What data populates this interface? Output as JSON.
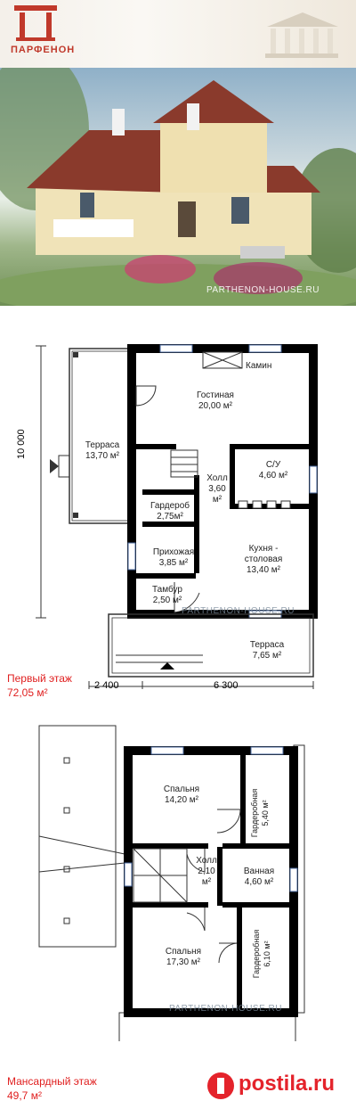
{
  "brand": {
    "name": "ПАРФЕНОН",
    "watermark": "PARTHENON-HOUSE.RU",
    "accent": "#c0392b"
  },
  "first_floor": {
    "title": "Первый этаж",
    "area": "72,05 м²",
    "dim_vertical": "10 000",
    "dim_left": "2 400",
    "dim_right": "6 300",
    "rooms": {
      "kamin": "Камин",
      "living": "Гостиная\n20,00 м²",
      "terrace_left": "Терраса\n13,70 м²",
      "hall": "Холл\n3,60\nм²",
      "bath": "С/У\n4,60 м²",
      "wardrobe": "Гардероб\n2,75м²",
      "entry": "Прихожая\n3,85 м²",
      "kitchen": "Кухня -\nстоловая\n13,40 м²",
      "vestibule": "Тамбур\n2,50 м²",
      "terrace_bottom": "Терраса\n7,65 м²"
    }
  },
  "attic": {
    "title": "Мансардный этаж",
    "area": "49,7 м²",
    "rooms": {
      "bedroom1": "Спальня\n14,20 м²",
      "dress1": "Гардеробная\n5,40 м²",
      "hall": "Холл\n2,10\nм²",
      "bathroom": "Ванная\n4,60 м²",
      "bedroom2": "Спальня\n17,30 м²",
      "dress2": "Гардеробная\n6,10 м²"
    }
  },
  "footer": {
    "logo": "postila.ru"
  }
}
